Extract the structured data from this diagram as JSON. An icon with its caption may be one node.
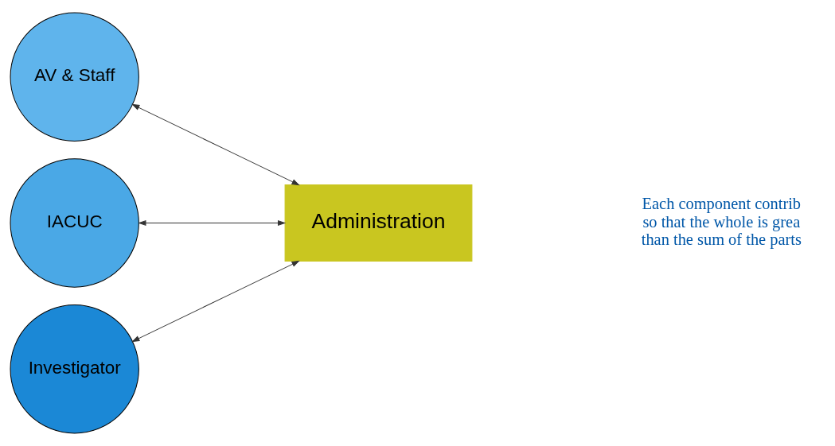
{
  "diagram": {
    "nodes": [
      {
        "text": [
          "AV & Staff"
        ]
      },
      {
        "text": [
          "IACUC"
        ]
      },
      {
        "text": [
          "Investigator"
        ]
      },
      {
        "text": [
          "Administration"
        ]
      }
    ],
    "edges": [
      {
        "from": 0,
        "to": 3,
        "arrow": "both"
      },
      {
        "from": 1,
        "to": 3,
        "arrow": "both"
      },
      {
        "from": 2,
        "to": 3,
        "arrow": "both"
      }
    ],
    "labels": [
      "Each component contrib so that the whole is grea than the sum of the parts"
    ]
  }
}
